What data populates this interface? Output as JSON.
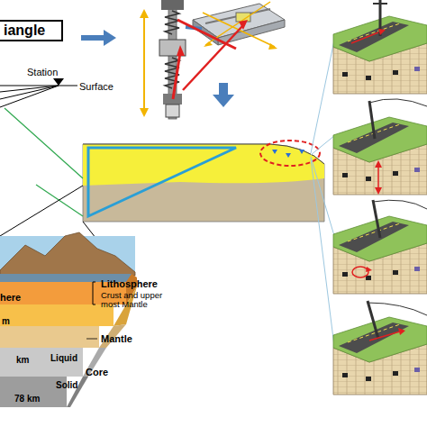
{
  "diagram": {
    "nodes": [
      {
        "text": [
          "iangle"
        ]
      }
    ],
    "labels": [
      "Station",
      "Surface",
      "Lithosphere",
      "Crust and upper most Mantle",
      "here",
      "m",
      "Mantle",
      "km",
      "Liquid",
      "Core",
      "Solid",
      "78 km"
    ]
  }
}
